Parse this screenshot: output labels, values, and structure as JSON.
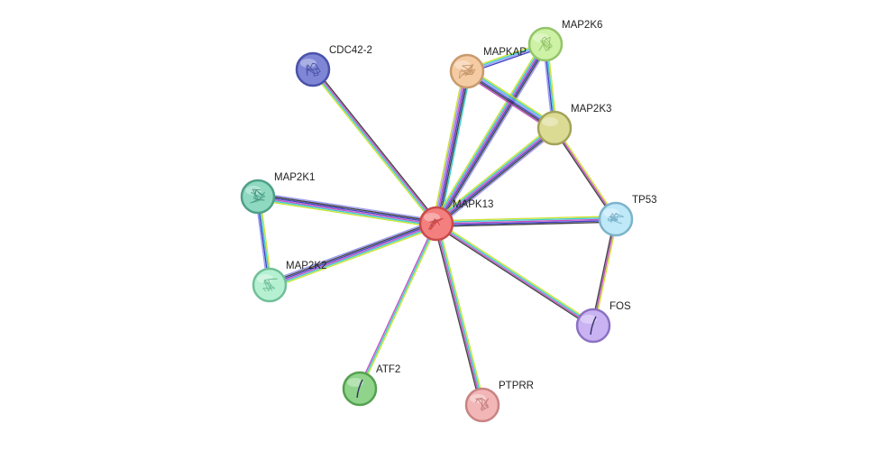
{
  "network": {
    "nodes": [
      {
        "id": "MAPK13",
        "label": "MAPK13",
        "fill": "#f47f7f",
        "stroke": "#c94b4b",
        "icon": "protein-structure-icon"
      },
      {
        "id": "CDC42-2",
        "label": "CDC42-2",
        "fill": "#7f86d6",
        "stroke": "#4a52a8",
        "icon": "protein-structure-icon"
      },
      {
        "id": "MAPKAP",
        "label": "MAPKAP",
        "fill": "#f5cba3",
        "stroke": "#c79a6e",
        "icon": "protein-structure-icon"
      },
      {
        "id": "MAP2K6",
        "label": "MAP2K6",
        "fill": "#cdf2a6",
        "stroke": "#94c46a",
        "icon": "protein-structure-icon"
      },
      {
        "id": "MAP2K3",
        "label": "MAP2K3",
        "fill": "#dcdb94",
        "stroke": "#a3a25a",
        "icon": ""
      },
      {
        "id": "MAP2K1",
        "label": "MAP2K1",
        "fill": "#8fd9c0",
        "stroke": "#4f9f88",
        "icon": "protein-structure-icon"
      },
      {
        "id": "MAP2K2",
        "label": "MAP2K2",
        "fill": "#b6f0d2",
        "stroke": "#70bf97",
        "icon": "protein-structure-icon"
      },
      {
        "id": "TP53",
        "label": "TP53",
        "fill": "#bfe8f8",
        "stroke": "#7cb4cb",
        "icon": "protein-structure-icon"
      },
      {
        "id": "FOS",
        "label": "FOS",
        "fill": "#c9b3f3",
        "stroke": "#8b72c2",
        "icon": "helix-icon"
      },
      {
        "id": "ATF2",
        "label": "ATF2",
        "fill": "#8fd48a",
        "stroke": "#55a050",
        "icon": "helix-icon"
      },
      {
        "id": "PTPRR",
        "label": "PTPRR",
        "fill": "#f2b6b6",
        "stroke": "#c88383",
        "icon": "protein-structure-icon"
      }
    ],
    "edges": [
      {
        "source": "MAPK13",
        "target": "CDC42-2",
        "colors": [
          "#c8e020",
          "#28c8c8",
          "#c040c0",
          "#303030"
        ]
      },
      {
        "source": "MAPK13",
        "target": "MAPKAP",
        "colors": [
          "#c8e020",
          "#9090f0",
          "#c040c0",
          "#3030c0",
          "#303030",
          "#28c8c8"
        ]
      },
      {
        "source": "MAPK13",
        "target": "MAP2K6",
        "colors": [
          "#c8e020",
          "#28c8c8",
          "#c040c0",
          "#3030c0",
          "#303030",
          "#9090f0"
        ]
      },
      {
        "source": "MAPK13",
        "target": "MAP2K3",
        "colors": [
          "#c8e020",
          "#28c8c8",
          "#c040c0",
          "#3030c0",
          "#303030",
          "#9090f0"
        ]
      },
      {
        "source": "MAPK13",
        "target": "MAP2K1",
        "colors": [
          "#c8e020",
          "#28c8c8",
          "#c040c0",
          "#3030c0",
          "#303030",
          "#9090f0"
        ]
      },
      {
        "source": "MAPK13",
        "target": "MAP2K2",
        "colors": [
          "#c8e020",
          "#28c8c8",
          "#c040c0",
          "#3030c0",
          "#303030",
          "#9090f0"
        ]
      },
      {
        "source": "MAPK13",
        "target": "TP53",
        "colors": [
          "#c8e020",
          "#28c8c8",
          "#c040c0",
          "#3030c0",
          "#303030"
        ]
      },
      {
        "source": "MAPK13",
        "target": "FOS",
        "colors": [
          "#c8e020",
          "#28c8c8",
          "#c040c0",
          "#303030"
        ]
      },
      {
        "source": "MAPK13",
        "target": "ATF2",
        "colors": [
          "#c8e020",
          "#28c8c8",
          "#c040c0"
        ]
      },
      {
        "source": "MAPK13",
        "target": "PTPRR",
        "colors": [
          "#c8e020",
          "#28c8c8",
          "#c040c0",
          "#303030"
        ]
      },
      {
        "source": "MAPKAP",
        "target": "MAP2K6",
        "colors": [
          "#c8e020",
          "#28c8c8",
          "#9090f0",
          "#3030c0"
        ]
      },
      {
        "source": "MAPKAP",
        "target": "MAP2K3",
        "colors": [
          "#c8e020",
          "#28c8c8",
          "#9090f0",
          "#3030c0",
          "#303030",
          "#c040c0"
        ]
      },
      {
        "source": "MAP2K6",
        "target": "MAP2K3",
        "colors": [
          "#c8e020",
          "#28c8c8",
          "#3030c0",
          "#9090f0"
        ]
      },
      {
        "source": "MAP2K3",
        "target": "TP53",
        "colors": [
          "#c8e020",
          "#c040c0",
          "#303030"
        ]
      },
      {
        "source": "MAP2K1",
        "target": "MAP2K2",
        "colors": [
          "#c8e020",
          "#28c8c8",
          "#3030c0",
          "#9090f0"
        ]
      },
      {
        "source": "TP53",
        "target": "FOS",
        "colors": [
          "#c8e020",
          "#c040c0",
          "#303030"
        ]
      }
    ]
  }
}
